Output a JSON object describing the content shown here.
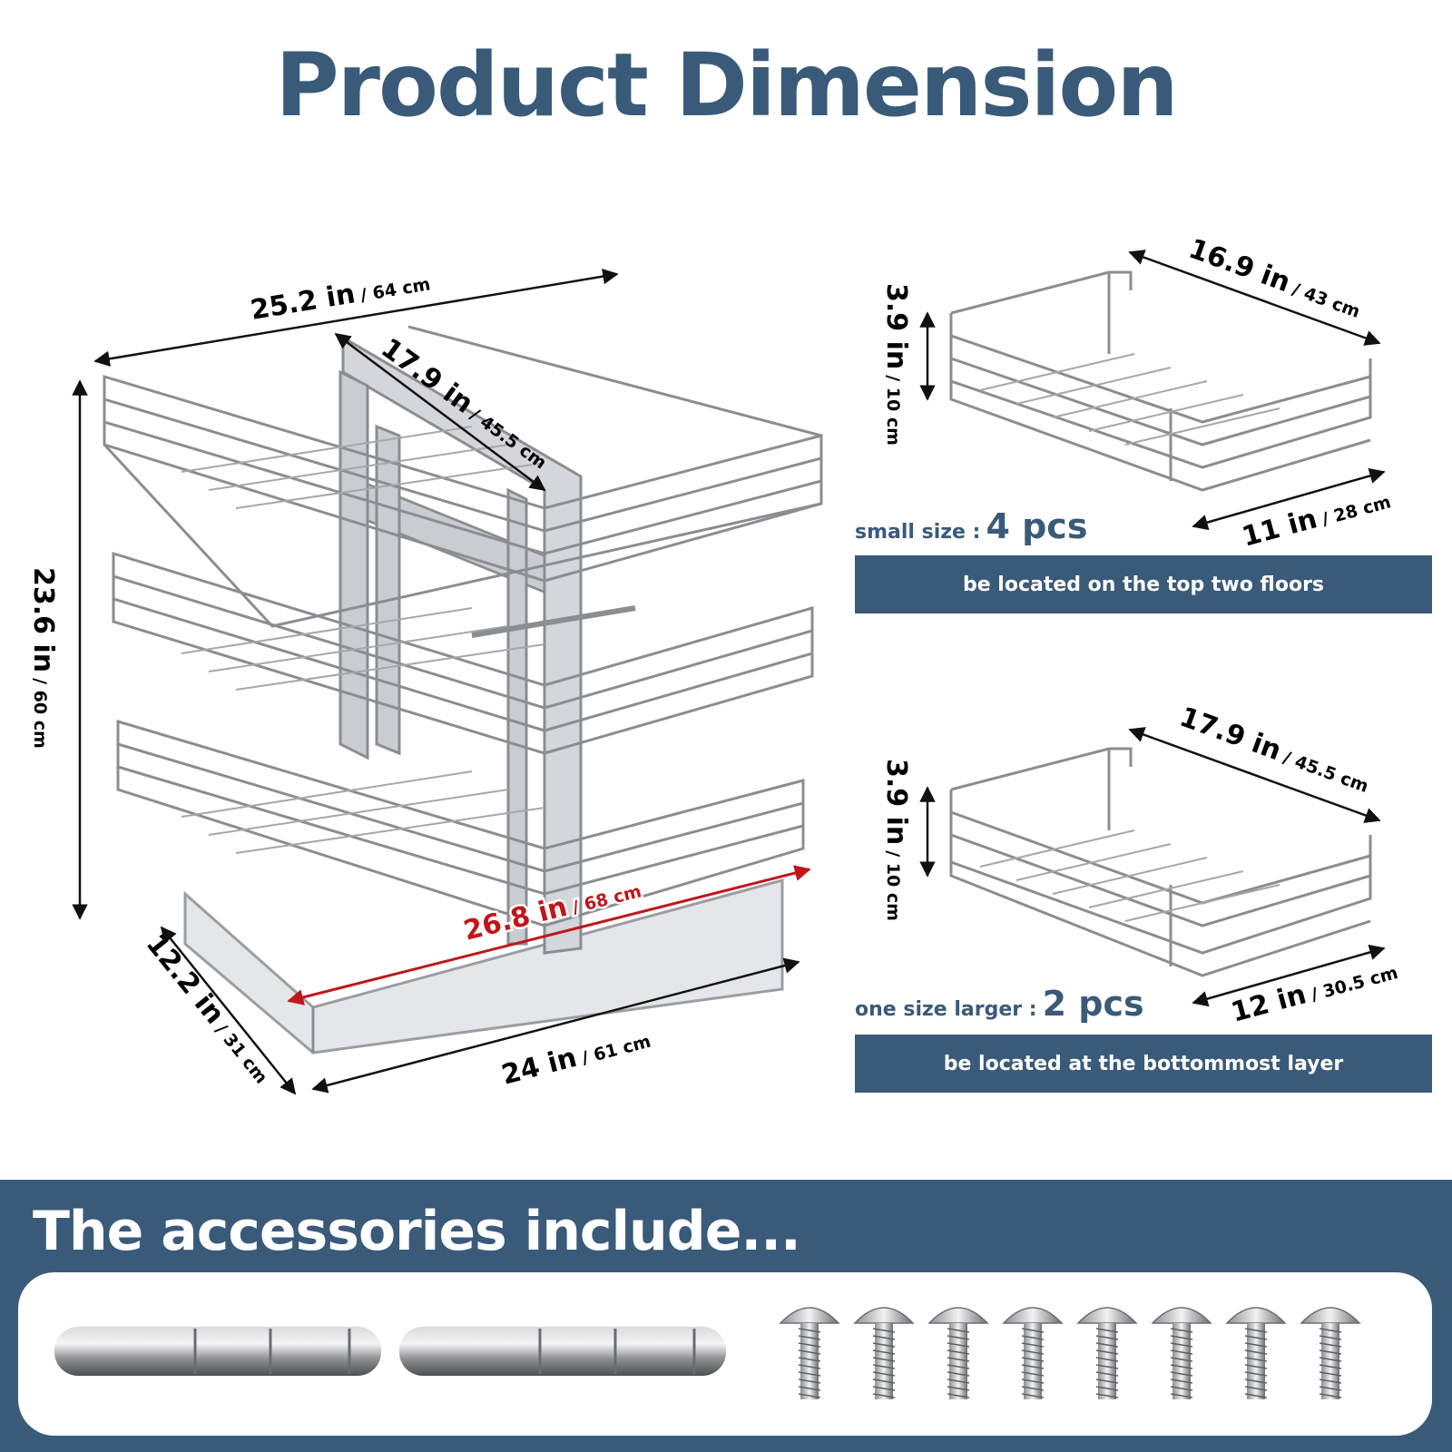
{
  "title": "Product Dimension",
  "main_unit": {
    "top_width": {
      "in": "25.2 in",
      "cm": "/ 64 cm"
    },
    "depth_diagonal": {
      "in": "17.9 in",
      "cm": "/ 45.5 cm"
    },
    "height": {
      "in": "23.6 in",
      "cm": "/ 60 cm"
    },
    "inner_width": {
      "in": "26.8 in",
      "cm": "/ 68 cm"
    },
    "side_depth": {
      "in": "12.2 in",
      "cm": "/ 31 cm"
    },
    "bottom_width": {
      "in": "24 in",
      "cm": "/ 61 cm"
    }
  },
  "small_basket": {
    "length": {
      "in": "16.9 in",
      "cm": "/ 43 cm"
    },
    "height": {
      "in": "3.9 in",
      "cm": "/ 10 cm"
    },
    "width": {
      "in": "11 in",
      "cm": "/ 28 cm"
    },
    "qty_label": "small size :",
    "qty_value": "4 pcs",
    "location": "be located on the top two floors"
  },
  "large_basket": {
    "length": {
      "in": "17.9 in",
      "cm": "/ 45.5 cm"
    },
    "height": {
      "in": "3.9 in",
      "cm": "/ 10 cm"
    },
    "width": {
      "in": "12 in",
      "cm": "/ 30.5 cm"
    },
    "qty_label": "one size larger :",
    "qty_value": "2 pcs",
    "location": "be located at the bottommost layer"
  },
  "accessories": {
    "title": "The accessories include...",
    "pin_count": 2,
    "screw_count": 8
  },
  "colors": {
    "brand_blue": "#3a5a7a",
    "red_dimension": "#c0161b",
    "wire_gray": "#8a8d92",
    "text_black": "#111111"
  }
}
